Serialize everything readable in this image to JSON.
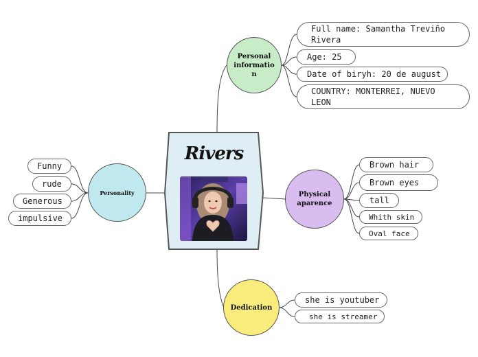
{
  "central": {
    "title": "Rivers",
    "photo": "photo-of-person-making-heart-hands"
  },
  "colors": {
    "central_fill": "#dfeef5",
    "personal": "#c8ecc8",
    "physical": "#d9bdf0",
    "personality": "#bfe9ef",
    "dedication": "#f9ec7c",
    "line": "#444444"
  },
  "branches": {
    "personal": {
      "label": "Personal informatio n",
      "items": [
        "Full name: Samantha Treviño Rivera",
        "Age: 25",
        "Date of biryh: 20 de august",
        "COUNTRY: MONTERREI, NUEVO LEON"
      ]
    },
    "physical": {
      "label": "Physical aparence",
      "items": [
        "Brown hair",
        "Brown eyes",
        "tall",
        "Whith skin",
        "Oval face"
      ]
    },
    "personality": {
      "label": "Personality",
      "items": [
        "Funny",
        "rude",
        "Generous",
        "impulsive"
      ]
    },
    "dedication": {
      "label": "Dedication",
      "items": [
        "she is youtuber",
        "she is streamer"
      ]
    }
  }
}
